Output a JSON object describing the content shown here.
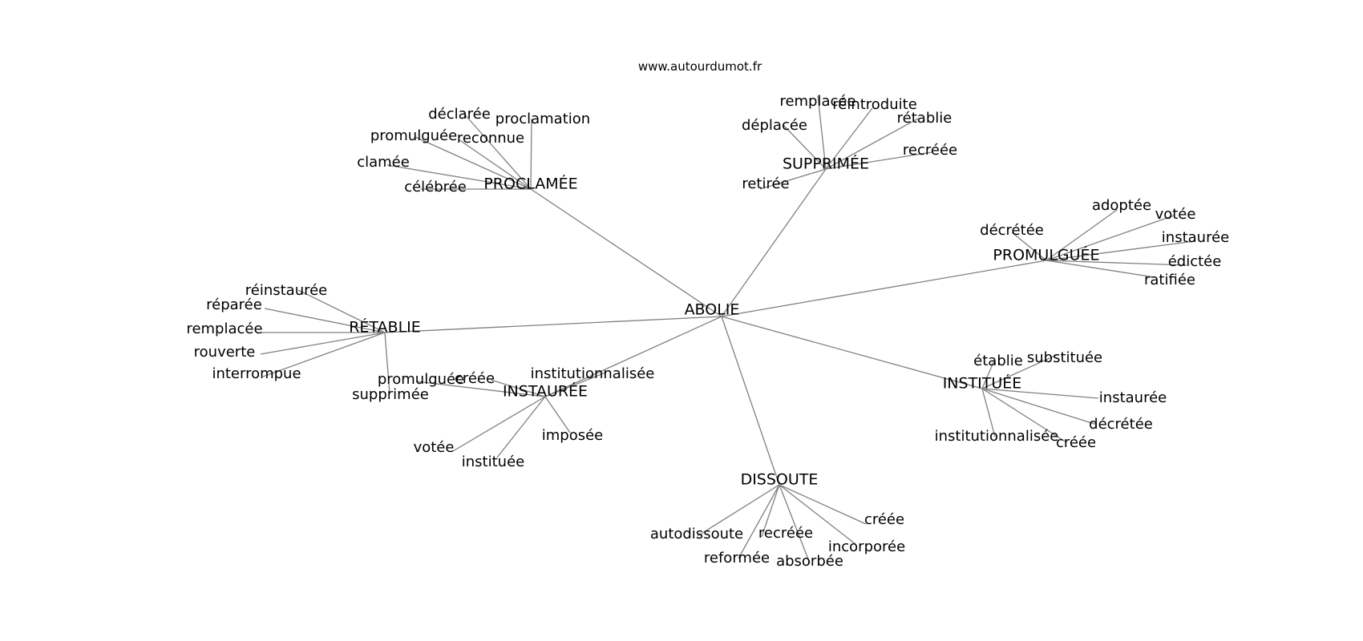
{
  "site": "www.autourdumot.fr",
  "edge_color": "#808080",
  "text_color": "#000000",
  "graph": {
    "center": "ABOLIE",
    "hubs": [
      {
        "word": "PROCLAMÉE",
        "children": [
          "déclarée",
          "proclamation",
          "promulguée",
          "reconnue",
          "clamée",
          "célébrée"
        ]
      },
      {
        "word": "SUPPRIMÉE",
        "children": [
          "remplacée",
          "réintroduite",
          "déplacée",
          "rétablie",
          "recréée",
          "retirée"
        ]
      },
      {
        "word": "PROMULGUÉE",
        "children": [
          "adoptée",
          "votée",
          "décrétée",
          "instaurée",
          "édictée",
          "ratifiée"
        ]
      },
      {
        "word": "RÉTABLIE",
        "children": [
          "réinstaurée",
          "réparée",
          "remplacée",
          "rouverte",
          "interrompue",
          "supprimée"
        ]
      },
      {
        "word": "INSTAURÉE",
        "children": [
          "institutionnalisée",
          "promulguée",
          "créée",
          "imposée",
          "votée",
          "instituée"
        ]
      },
      {
        "word": "INSTITUÉE",
        "children": [
          "établie",
          "substituée",
          "instaurée",
          "décrétée",
          "institutionnalisée",
          "créée"
        ]
      },
      {
        "word": "DISSOUTE",
        "children": [
          "créée",
          "autodissoute",
          "recréée",
          "incorporée",
          "reformée",
          "absorbée"
        ]
      }
    ]
  }
}
